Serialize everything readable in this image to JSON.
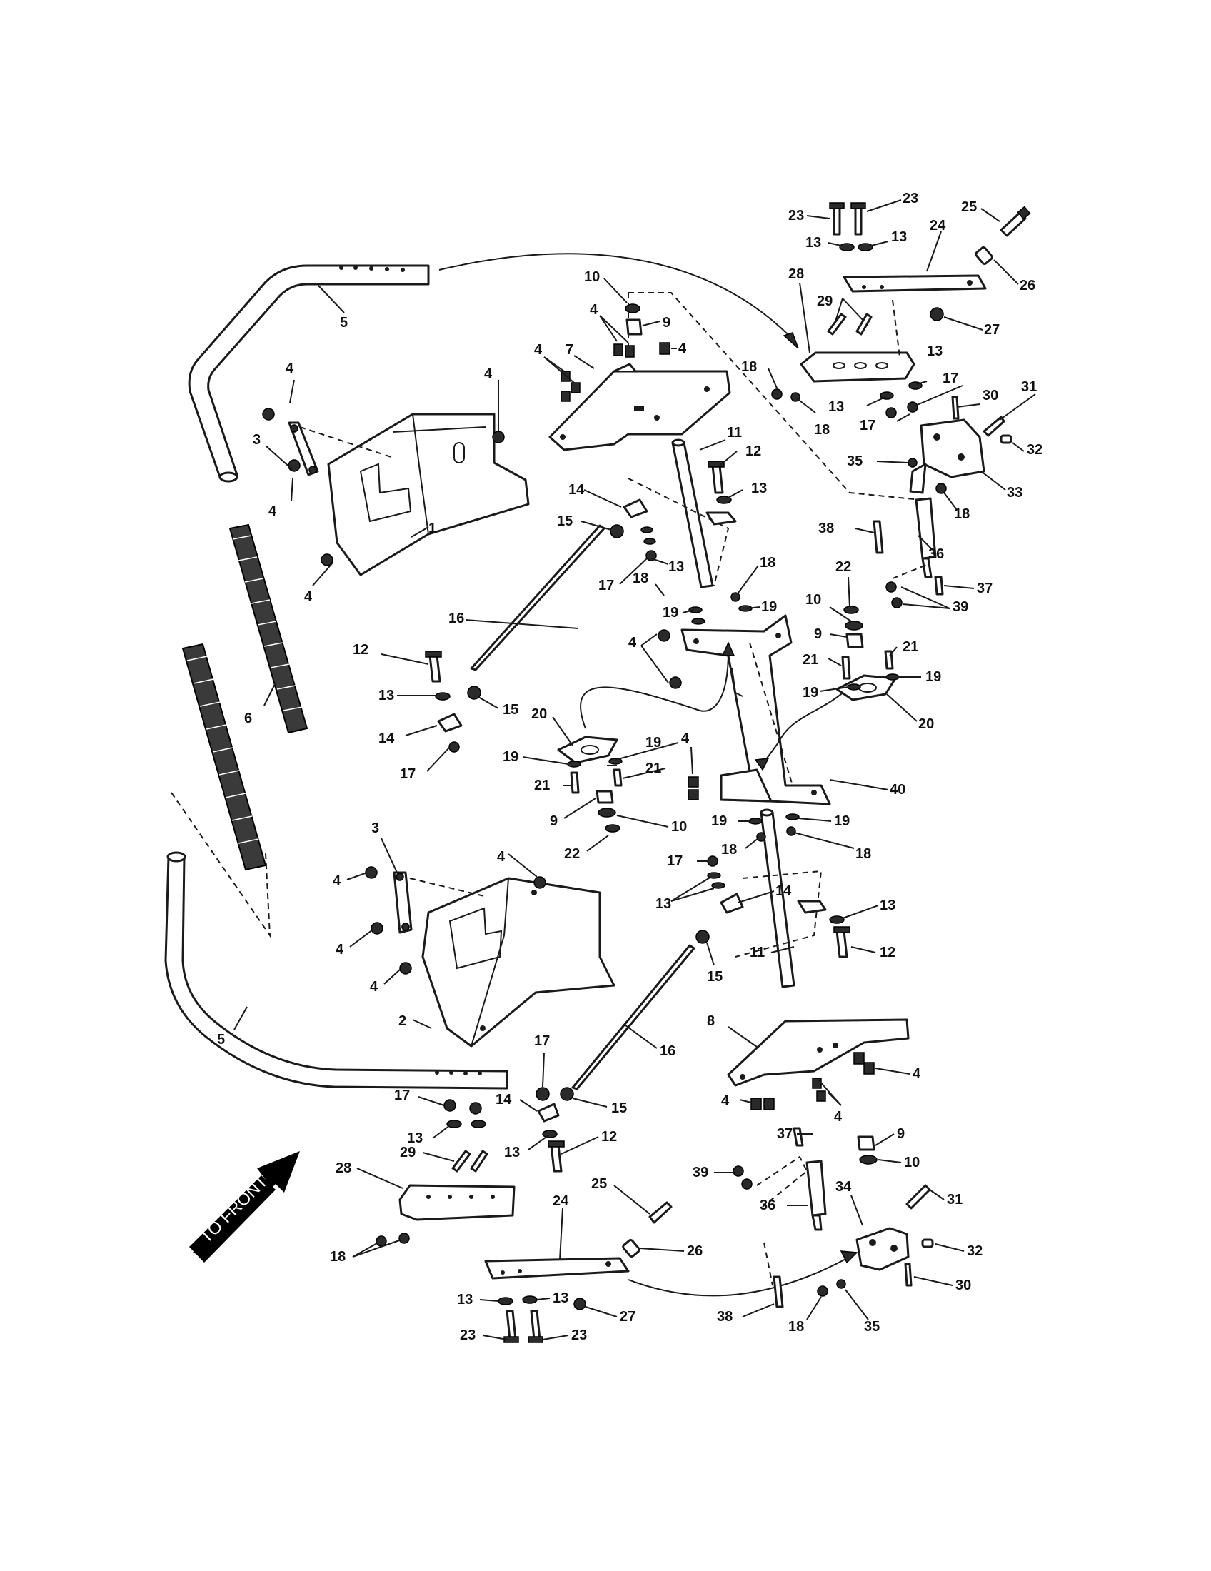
{
  "front_arrow": {
    "text": "TO FRONT"
  },
  "callouts": [
    {
      "id": "c23a",
      "text": "23"
    },
    {
      "id": "c23b",
      "text": "23"
    },
    {
      "id": "c25a",
      "text": "25"
    },
    {
      "id": "c13a",
      "text": "13"
    },
    {
      "id": "c13b",
      "text": "13"
    },
    {
      "id": "c24a",
      "text": "24"
    },
    {
      "id": "c26a",
      "text": "26"
    },
    {
      "id": "c28a",
      "text": "28"
    },
    {
      "id": "c27a",
      "text": "27"
    },
    {
      "id": "c29a",
      "text": "29"
    },
    {
      "id": "c10a",
      "text": "10"
    },
    {
      "id": "c9a",
      "text": "9"
    },
    {
      "id": "c4a",
      "text": "4"
    },
    {
      "id": "c4b",
      "text": "4"
    },
    {
      "id": "c7a",
      "text": "7"
    },
    {
      "id": "c4c",
      "text": "4"
    },
    {
      "id": "c5a",
      "text": "5"
    },
    {
      "id": "c18a",
      "text": "18"
    },
    {
      "id": "c13c",
      "text": "13"
    },
    {
      "id": "c17a",
      "text": "17"
    },
    {
      "id": "c13d",
      "text": "13"
    },
    {
      "id": "c18b",
      "text": "18"
    },
    {
      "id": "c30a",
      "text": "30"
    },
    {
      "id": "c31a",
      "text": "31"
    },
    {
      "id": "c17b",
      "text": "17"
    },
    {
      "id": "c32a",
      "text": "32"
    },
    {
      "id": "c4d",
      "text": "4"
    },
    {
      "id": "c4e",
      "text": "4"
    },
    {
      "id": "c3a",
      "text": "3"
    },
    {
      "id": "c4f",
      "text": "4"
    },
    {
      "id": "c11a",
      "text": "11"
    },
    {
      "id": "c12a",
      "text": "12"
    },
    {
      "id": "c13e",
      "text": "13"
    },
    {
      "id": "c35a",
      "text": "35"
    },
    {
      "id": "c33a",
      "text": "33"
    },
    {
      "id": "c18c",
      "text": "18"
    },
    {
      "id": "c14a",
      "text": "14"
    },
    {
      "id": "c15a",
      "text": "15"
    },
    {
      "id": "c1a",
      "text": "1"
    },
    {
      "id": "c38a",
      "text": "38"
    },
    {
      "id": "c36a",
      "text": "36"
    },
    {
      "id": "c13f",
      "text": "13"
    },
    {
      "id": "c17c",
      "text": "17"
    },
    {
      "id": "c18d",
      "text": "18"
    },
    {
      "id": "c4g",
      "text": "4"
    },
    {
      "id": "c22a",
      "text": "22"
    },
    {
      "id": "c37a",
      "text": "37"
    },
    {
      "id": "c18e",
      "text": "18"
    },
    {
      "id": "c19a",
      "text": "19"
    },
    {
      "id": "c19b",
      "text": "19"
    },
    {
      "id": "c10b",
      "text": "10"
    },
    {
      "id": "c39a",
      "text": "39"
    },
    {
      "id": "c16a",
      "text": "16"
    },
    {
      "id": "c9b",
      "text": "9"
    },
    {
      "id": "c4h",
      "text": "4"
    },
    {
      "id": "c12b",
      "text": "12"
    },
    {
      "id": "c21a",
      "text": "21"
    },
    {
      "id": "c21b",
      "text": "21"
    },
    {
      "id": "c19c",
      "text": "19"
    },
    {
      "id": "c13g",
      "text": "13"
    },
    {
      "id": "c15b",
      "text": "15"
    },
    {
      "id": "c6a",
      "text": "6"
    },
    {
      "id": "c20a",
      "text": "20"
    },
    {
      "id": "c19d",
      "text": "19"
    },
    {
      "id": "c20b",
      "text": "20"
    },
    {
      "id": "c14b",
      "text": "14"
    },
    {
      "id": "c19e",
      "text": "19"
    },
    {
      "id": "c19f",
      "text": "19"
    },
    {
      "id": "c4i",
      "text": "4"
    },
    {
      "id": "c21c",
      "text": "21"
    },
    {
      "id": "c17d",
      "text": "17"
    },
    {
      "id": "c21d",
      "text": "21"
    },
    {
      "id": "c40a",
      "text": "40"
    },
    {
      "id": "c9c",
      "text": "9"
    },
    {
      "id": "c10c",
      "text": "10"
    },
    {
      "id": "c19g",
      "text": "19"
    },
    {
      "id": "c19h",
      "text": "19"
    },
    {
      "id": "c22b",
      "text": "22"
    },
    {
      "id": "c18f",
      "text": "18"
    },
    {
      "id": "c17e",
      "text": "17"
    },
    {
      "id": "c18g",
      "text": "18"
    },
    {
      "id": "c3b",
      "text": "3"
    },
    {
      "id": "c4j",
      "text": "4"
    },
    {
      "id": "c14c",
      "text": "14"
    },
    {
      "id": "c13h",
      "text": "13"
    },
    {
      "id": "c4k",
      "text": "4"
    },
    {
      "id": "c13i",
      "text": "13"
    },
    {
      "id": "c4l",
      "text": "4"
    },
    {
      "id": "c11b",
      "text": "11"
    },
    {
      "id": "c12c",
      "text": "12"
    },
    {
      "id": "c4m",
      "text": "4"
    },
    {
      "id": "c15c",
      "text": "15"
    },
    {
      "id": "c2a",
      "text": "2"
    },
    {
      "id": "c5b",
      "text": "5"
    },
    {
      "id": "c8a",
      "text": "8"
    },
    {
      "id": "c16b",
      "text": "16"
    },
    {
      "id": "c4n",
      "text": "4"
    },
    {
      "id": "c17f",
      "text": "17"
    },
    {
      "id": "c4o",
      "text": "4"
    },
    {
      "id": "c4p",
      "text": "4"
    },
    {
      "id": "c17g",
      "text": "17"
    },
    {
      "id": "c14d",
      "text": "14"
    },
    {
      "id": "c15d",
      "text": "15"
    },
    {
      "id": "c13j",
      "text": "13"
    },
    {
      "id": "c12d",
      "text": "12"
    },
    {
      "id": "c13k",
      "text": "13"
    },
    {
      "id": "c9d",
      "text": "9"
    },
    {
      "id": "c37b",
      "text": "37"
    },
    {
      "id": "c29b",
      "text": "29"
    },
    {
      "id": "c10d",
      "text": "10"
    },
    {
      "id": "c28b",
      "text": "28"
    },
    {
      "id": "c39b",
      "text": "39"
    },
    {
      "id": "c25b",
      "text": "25"
    },
    {
      "id": "c34a",
      "text": "34"
    },
    {
      "id": "c31b",
      "text": "31"
    },
    {
      "id": "c36b",
      "text": "36"
    },
    {
      "id": "c24b",
      "text": "24"
    },
    {
      "id": "c32b",
      "text": "32"
    },
    {
      "id": "c26b",
      "text": "26"
    },
    {
      "id": "c18h",
      "text": "18"
    },
    {
      "id": "c30b",
      "text": "30"
    },
    {
      "id": "c13l",
      "text": "13"
    },
    {
      "id": "c13m",
      "text": "13"
    },
    {
      "id": "c27b",
      "text": "27"
    },
    {
      "id": "c38b",
      "text": "38"
    },
    {
      "id": "c23c",
      "text": "23"
    },
    {
      "id": "c23d",
      "text": "23"
    },
    {
      "id": "c18i",
      "text": "18"
    },
    {
      "id": "c35b",
      "text": "35"
    }
  ]
}
